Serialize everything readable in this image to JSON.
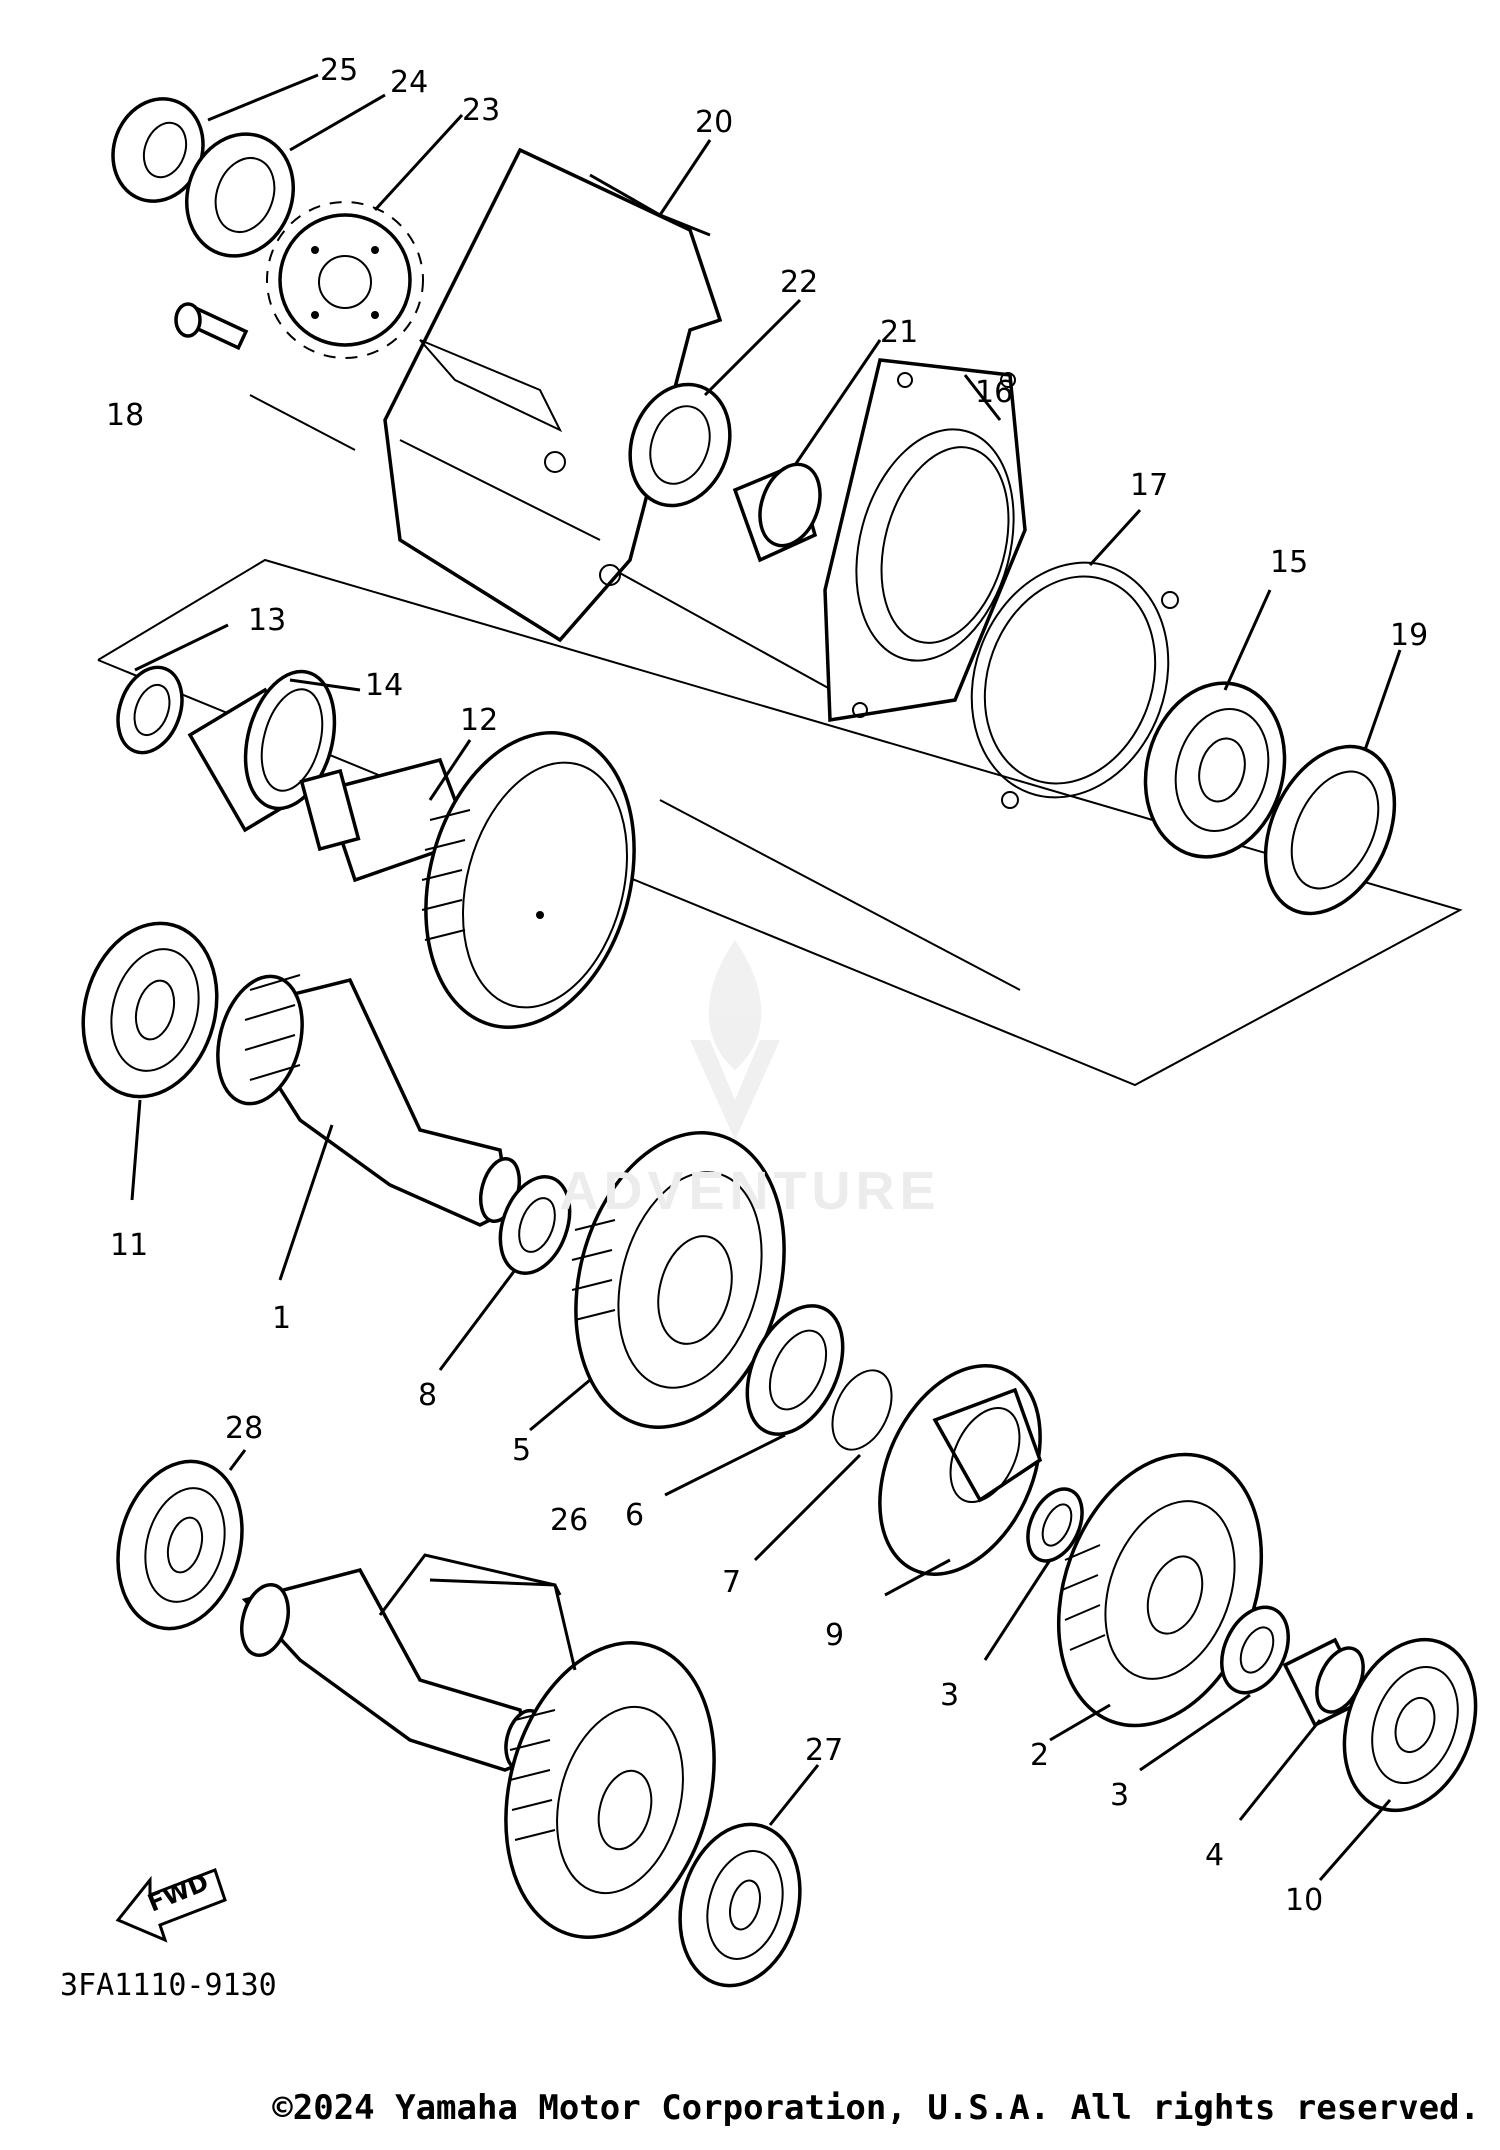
{
  "diagram_code": "3FA1110-9130",
  "copyright": "©2024 Yamaha Motor Corporation, U.S.A. All rights reserved.",
  "watermark": "ADVENTURE",
  "fwd_label": "FWD",
  "callouts": {
    "c1": "1",
    "c2": "2",
    "c3a": "3",
    "c3b": "3",
    "c4": "4",
    "c5": "5",
    "c6": "6",
    "c7": "7",
    "c8": "8",
    "c9": "9",
    "c10": "10",
    "c11": "11",
    "c12": "12",
    "c13": "13",
    "c14": "14",
    "c15": "15",
    "c16": "16",
    "c17": "17",
    "c18": "18",
    "c19": "19",
    "c20": "20",
    "c21": "21",
    "c22": "22",
    "c23": "23",
    "c24": "24",
    "c25": "25",
    "c26": "26",
    "c27": "27",
    "c28": "28"
  },
  "icons": {
    "watermark": "flame-v-logo-icon",
    "direction": "fwd-arrow-icon"
  }
}
